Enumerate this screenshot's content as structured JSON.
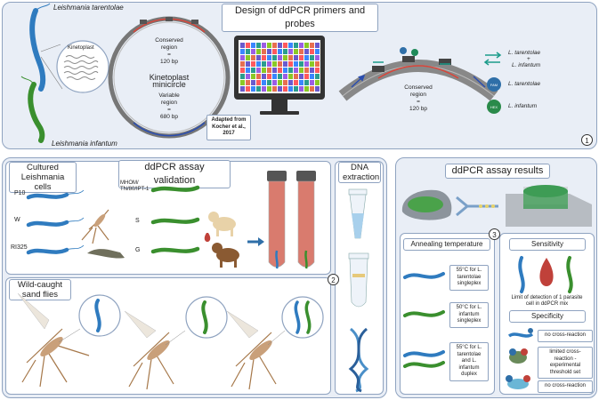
{
  "panel1": {
    "title": "Design of ddPCR primers and probes",
    "species_top": "Leishmania tarentolae",
    "species_bottom": "Leishmania infantum",
    "kinetoplast": "Kinetoplast",
    "minicircle_title": "Kinetoplast minicircle",
    "conserved_top": "Conserved\nregion\n=\n120 bp",
    "variable": "Variable\nregion\n=\n680 bp",
    "adapted": "Adapted from\nKocher et al.,\n2017",
    "conserved_arc": "Conserved\nregion\n=\n120 bp",
    "legend_primers_a": "L. tarentolae",
    "legend_primers_plus": "+",
    "legend_primers_b": "L. infantum",
    "fam": "FAM",
    "fam_label": "L. tarentolae",
    "hex": "HEX",
    "hex_label": "L. infantum",
    "number": "1"
  },
  "panel2": {
    "validation_title": "ddPCR assay validation",
    "cultured_title": "Cultured\nLeishmania cells",
    "strains_left": [
      "P10",
      "W",
      "RI325"
    ],
    "strains_right": [
      "MHOM/\nTN/80/IPT-1",
      "S",
      "G"
    ],
    "wild_title": "Wild-caught\nsand flies",
    "dna_title": "DNA\nextraction",
    "number": "2"
  },
  "panel3": {
    "results_title": "ddPCR assay results",
    "annealing_title": "Annealing temperature",
    "annealing_items": [
      "55°C for L.\ntarentolae\nsingleplex",
      "50°C for L.\ninfantum\nsingleplex",
      "55°C for L.\ntarentolae\nand L.\ninfantum\nduplex"
    ],
    "sensitivity_title": "Sensitivity",
    "sensitivity_text": "Limit of detection of 1 parasite\ncell in ddPCR mix",
    "specificity_title": "Specificity",
    "specificity_items": [
      "no cross-reaction",
      "limited cross-\nreaction -\nexperimental\nthreshold set",
      "no cross-reaction"
    ],
    "number": "3"
  },
  "colors": {
    "panel_bg": "#e9eef6",
    "border": "#8fa3c0",
    "tarentolae_blue": "#2f7bbf",
    "infantum_green": "#3a8f2e",
    "red": "#d9453a",
    "blood": "#c0413a"
  }
}
